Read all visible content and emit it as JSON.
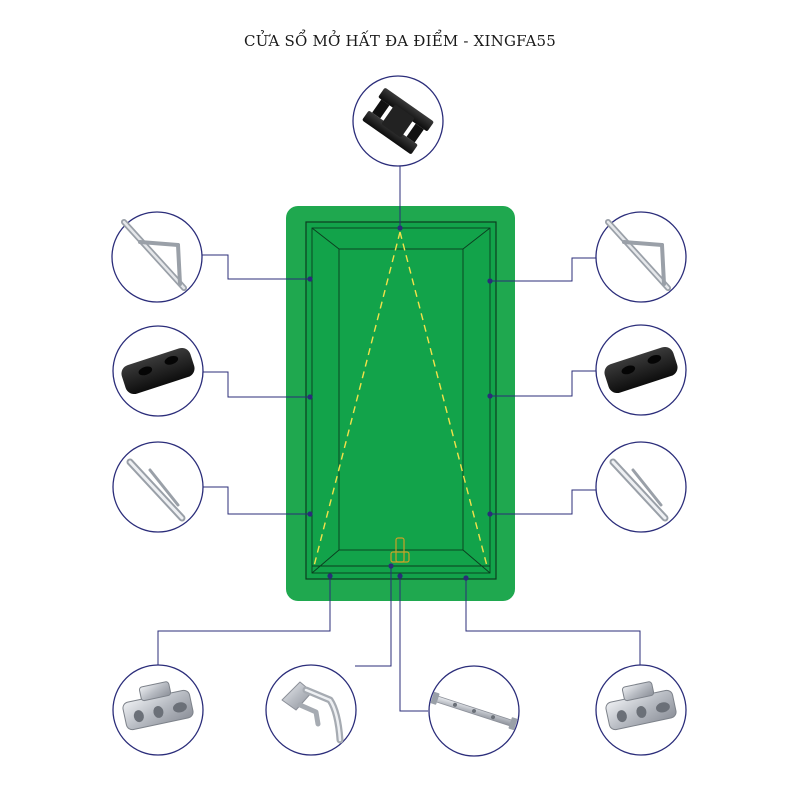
{
  "title": "CỬA SỔ MỞ HẤT ĐA ĐIỂM - XINGFA55",
  "colors": {
    "frame_green": "#1fa84f",
    "window_green": "#12a34a",
    "window_outline": "#0b3d1f",
    "leader_line": "#2b2d7a",
    "circle_border": "#2b2d7a",
    "swing_line": "#f2e14a",
    "component_black": "#1b1b1b",
    "component_silver": "#c9ccd1"
  },
  "components": [
    {
      "id": "top-corner-connector",
      "icon": "black-corner-connector-icon"
    },
    {
      "id": "left-friction-stay",
      "icon": "friction-stay-hinge-icon"
    },
    {
      "id": "left-rubber-block",
      "icon": "rubber-block-icon"
    },
    {
      "id": "left-restrictor-arm",
      "icon": "restrictor-arm-icon"
    },
    {
      "id": "right-friction-stay",
      "icon": "friction-stay-hinge-icon"
    },
    {
      "id": "right-rubber-block",
      "icon": "rubber-block-icon"
    },
    {
      "id": "right-restrictor-arm",
      "icon": "restrictor-arm-icon"
    },
    {
      "id": "bottom-left-keeper",
      "icon": "lock-keeper-icon"
    },
    {
      "id": "bottom-handle",
      "icon": "window-handle-icon"
    },
    {
      "id": "bottom-locking-bar",
      "icon": "multipoint-locking-bar-icon"
    },
    {
      "id": "bottom-right-keeper",
      "icon": "lock-keeper-icon"
    }
  ]
}
